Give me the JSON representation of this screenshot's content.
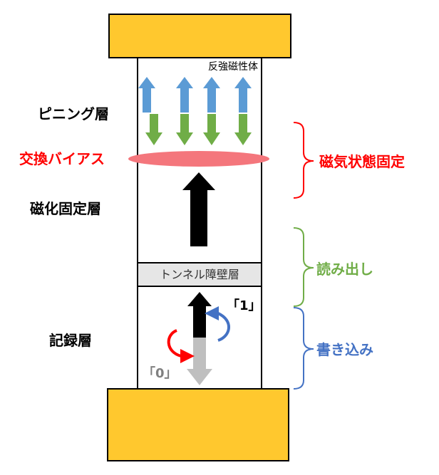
{
  "labels": {
    "antiferro": "反強磁性体",
    "pinning_layer": "ピニング層",
    "exchange_bias": "交換バイアス",
    "fixed_layer": "磁化固定層",
    "tunnel_barrier": "トンネル障壁層",
    "recording_layer": "記録層",
    "state_one": "「1」",
    "state_zero": "「0」",
    "bracket_magnetic_state": "磁気状態固定",
    "bracket_read": "読み出し",
    "bracket_write": "書き込み"
  },
  "colors": {
    "electrode": "#FFC82E",
    "electrode_border": "#000000",
    "arrow_up_blue": "#5B9BD5",
    "arrow_down_green": "#70AD47",
    "exchange_red": "#FF0000",
    "exchange_ellipse": "#F4767C",
    "fixed_arrow": "#000000",
    "state_one_arrow": "#000000",
    "state_zero_arrow": "#BFBFBF",
    "write_curl_red": "#FF0000",
    "write_curl_blue": "#4472C4",
    "tunnel_fill": "#E6E6E6",
    "bracket_red": "#FF0000",
    "bracket_green": "#70AD47",
    "bracket_blue": "#4472C4"
  }
}
